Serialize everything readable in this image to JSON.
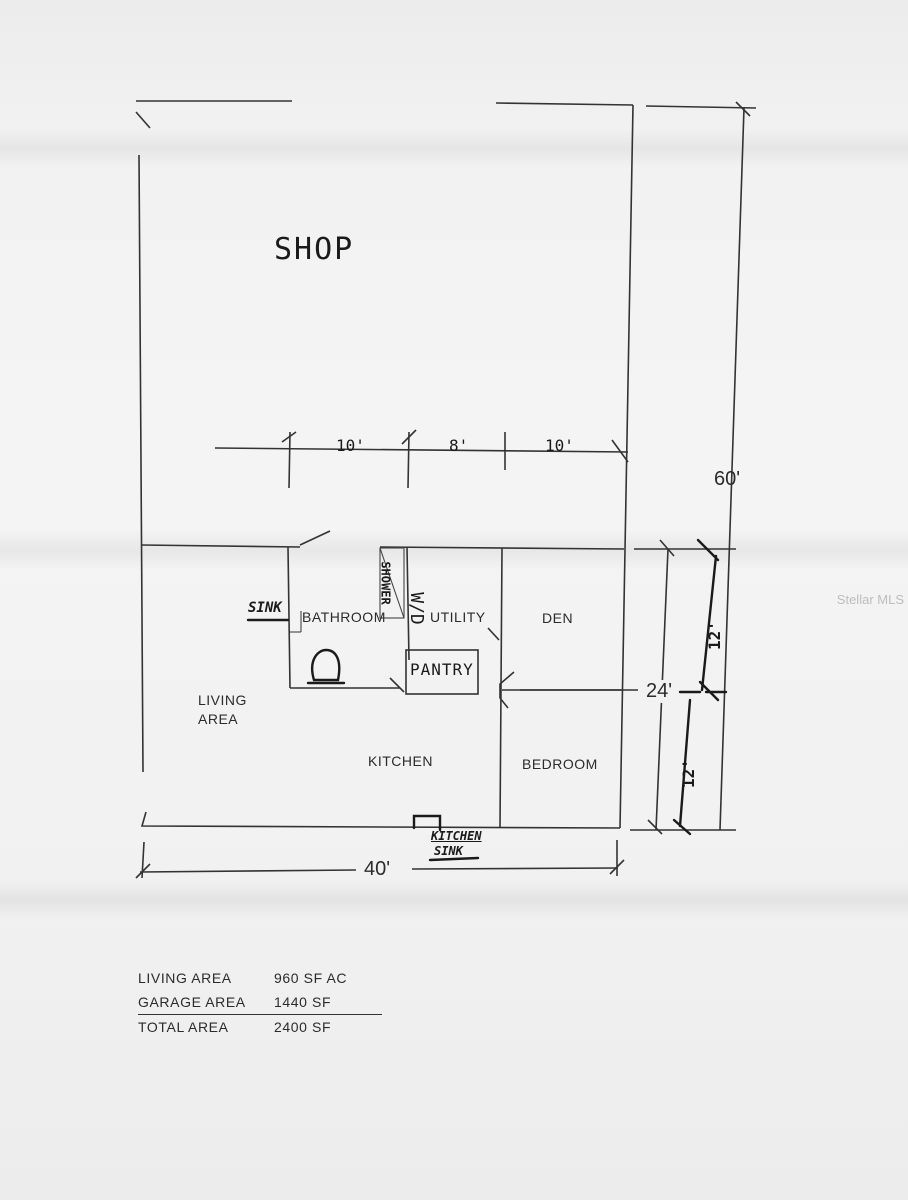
{
  "rooms": {
    "shop": "SHOP",
    "bathroom": "BATHROOM",
    "utility": "UTILITY",
    "den": "DEN",
    "living_area_line1": "LIVING",
    "living_area_line2": "AREA",
    "kitchen": "KITCHEN",
    "bedroom": "BEDROOM"
  },
  "fixtures": {
    "sink": "SINK",
    "shower": "SHOWER",
    "washer_dryer": "W/D",
    "pantry": "PANTRY",
    "kitchen_sink_line1": "KITCHEN",
    "kitchen_sink_line2": "SINK"
  },
  "dimensions": {
    "top_segment_1": "10'",
    "top_segment_2": "8'",
    "top_segment_3": "10'",
    "overall_length": "60'",
    "living_depth": "24'",
    "den_depth": "12'",
    "bedroom_depth": "12'",
    "width": "40'"
  },
  "area_summary": [
    {
      "label": "LIVING AREA",
      "value": "960 SF AC"
    },
    {
      "label": "GARAGE AREA",
      "value": "1440 SF"
    },
    {
      "label": "TOTAL AREA",
      "value": "2400 SF"
    }
  ],
  "watermark": "Stellar MLS"
}
